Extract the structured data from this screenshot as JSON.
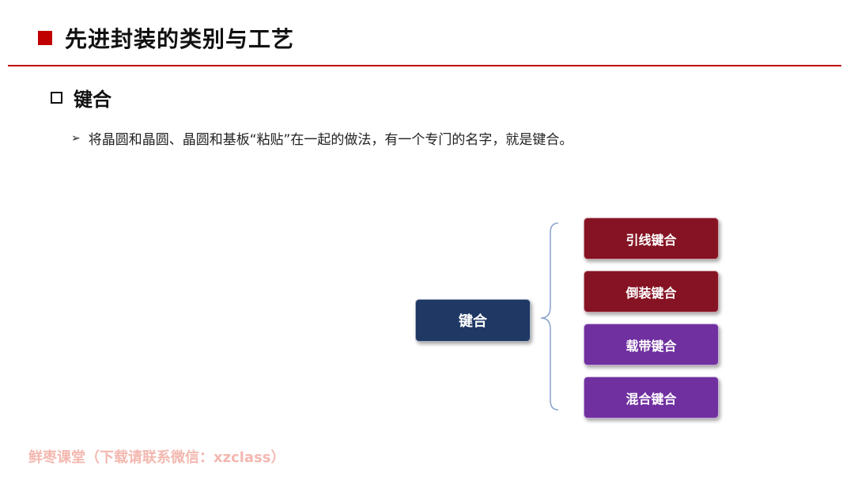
{
  "header": {
    "title": "先进封装的类别与工艺"
  },
  "section": {
    "title": "键合"
  },
  "bullet": {
    "arrow": "➢",
    "text": "将晶圆和晶圆、晶圆和基板“粘贴”在一起的做法，有一个专门的名字，就是键合。"
  },
  "diagram": {
    "root": {
      "label": "键合",
      "color": "#1f3864"
    },
    "children": [
      {
        "label": "引线键合",
        "color": "#861323"
      },
      {
        "label": "倒装键合",
        "color": "#861323"
      },
      {
        "label": "载带键合",
        "color": "#7030a0"
      },
      {
        "label": "混合键合",
        "color": "#7030a0"
      }
    ],
    "brace_color": "#8ea6cc"
  },
  "watermark": {
    "text": "鲜枣课堂（下载请联系微信：xzclass）"
  },
  "colors": {
    "accent": "#c00000"
  }
}
